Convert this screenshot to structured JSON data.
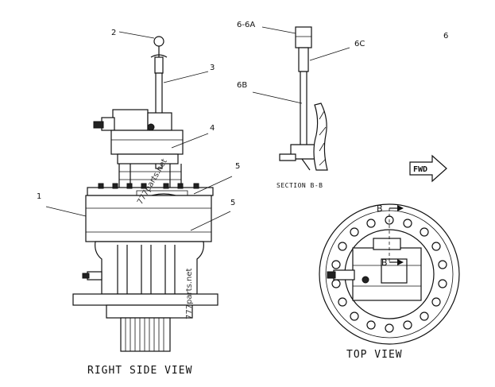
{
  "labels": {
    "callout_2": "2",
    "callout_3": "3",
    "callout_4": "4",
    "callout_5a": "5",
    "callout_5b": "5",
    "callout_1": "1",
    "callout_6_6a": "6-6A",
    "callout_6c": "6C",
    "callout_6b": "6B",
    "callout_6": "6",
    "section_caption": "SECTION B-B",
    "fwd_arrow": "FWD",
    "section_marker_top": "B",
    "section_marker_mid": "B",
    "right_side_view": "RIGHT SIDE VIEW",
    "top_view": "TOP VIEW",
    "watermark_1": "777parts.net",
    "watermark_2": "777parts.net"
  }
}
